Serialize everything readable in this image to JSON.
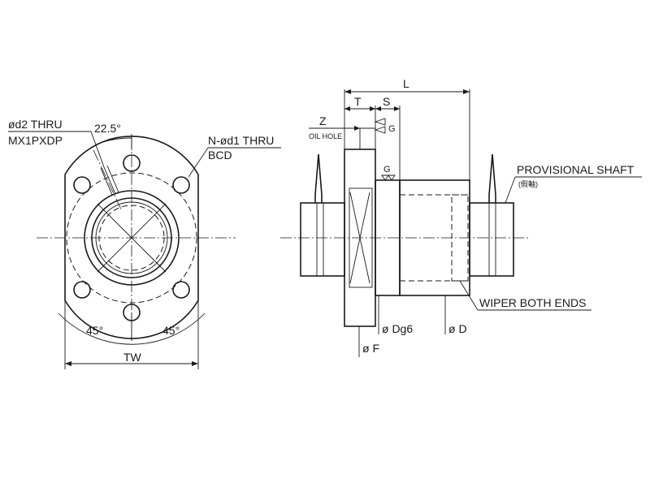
{
  "labels": {
    "d2_thru": "ød2 THRU",
    "counterbore": "MX1PXDP",
    "angle_22_5": "22.5°",
    "n_d1_thru": "N-ød1 THRU",
    "bcd": "BCD",
    "angle_45_left": "45°",
    "angle_45_right": "45°",
    "tw": "TW",
    "l": "L",
    "t": "T",
    "s": "S",
    "z": "Z",
    "oil_hole": "OIL HOLE",
    "g_top": "G",
    "g_mid": "G",
    "provisional_shaft": "PROVISIONAL SHAFT",
    "provisional_shaft_cn": "(假軸)",
    "wiper_both_ends": "WIPER BOTH ENDS",
    "dg6": "ø Dg6",
    "d": "ø D",
    "f": "ø F"
  }
}
